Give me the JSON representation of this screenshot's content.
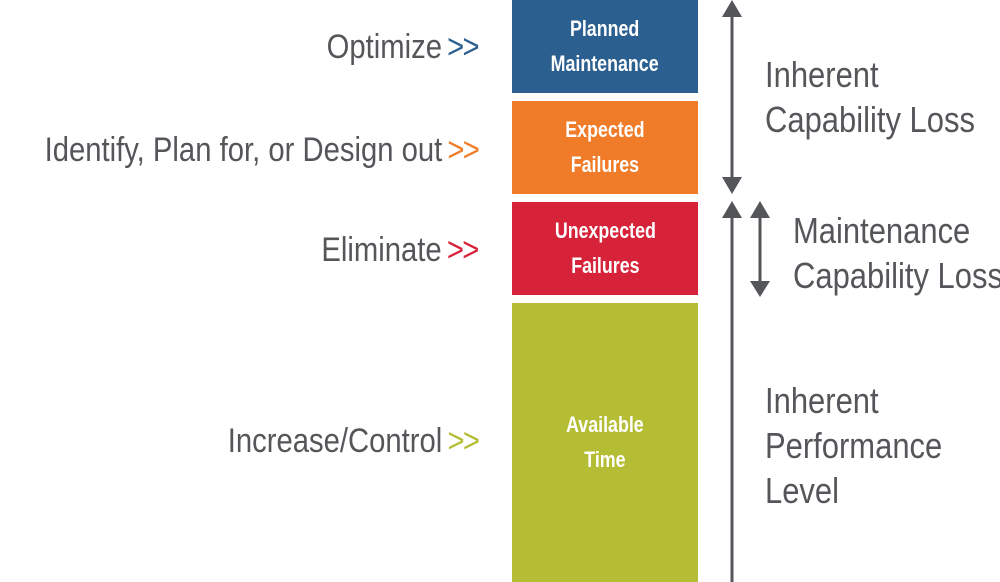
{
  "colors": {
    "blue": "#2a5f8f",
    "orange": "#f07c2a",
    "red": "#d7233a",
    "green": "#b5bd34",
    "text": "#55565a",
    "arrow": "#55565a"
  },
  "actions": [
    {
      "label": "Optimize",
      "chevron": ">>",
      "color": "#2a5f8f"
    },
    {
      "label": "Identify, Plan for, or Design out",
      "chevron": ">>",
      "color": "#f07c2a"
    },
    {
      "label": "Eliminate",
      "chevron": ">>",
      "color": "#d7233a"
    },
    {
      "label": "Increase/Control",
      "chevron": ">>",
      "color": "#b5bd34"
    }
  ],
  "blocks": [
    {
      "line1": "Planned",
      "line2": "Maintenance"
    },
    {
      "line1": "Expected",
      "line2": "Failures"
    },
    {
      "line1": "Unexpected",
      "line2": "Failures"
    },
    {
      "line1": "Available",
      "line2": "Time"
    }
  ],
  "annotations": {
    "inherent_loss": {
      "line1": "Inherent",
      "line2": "Capability Loss"
    },
    "maintenance_loss": {
      "line1": "Maintenance",
      "line2": "Capability Loss"
    },
    "performance": {
      "line1": "Inherent",
      "line2": "Performance",
      "line3": "Level"
    }
  }
}
